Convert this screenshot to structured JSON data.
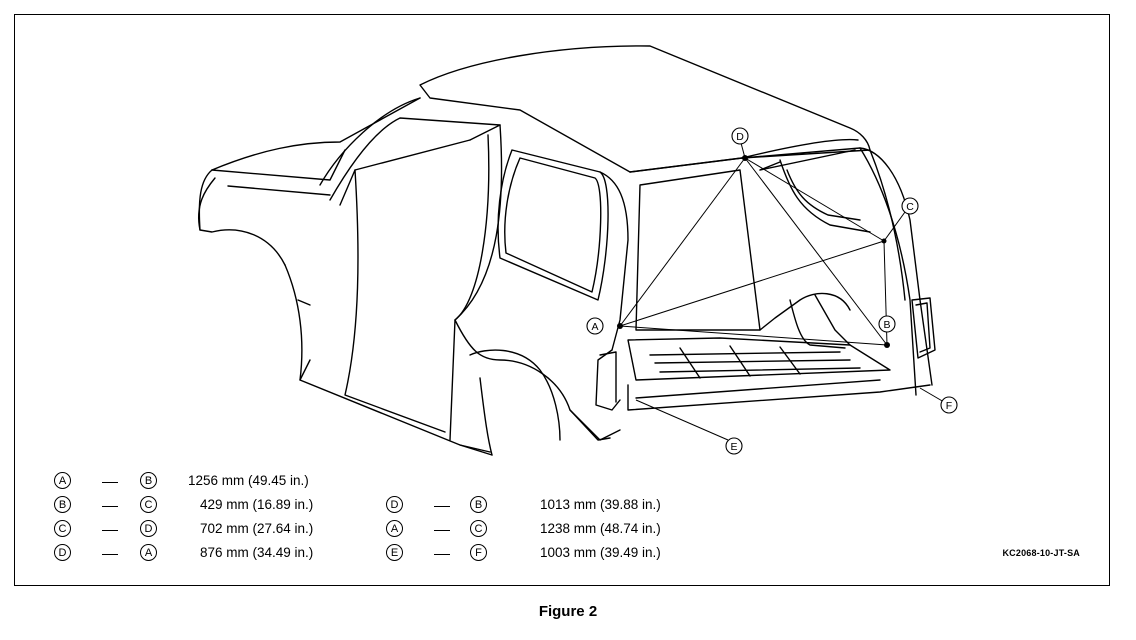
{
  "figure": {
    "caption": "Figure 2",
    "code": "KC2068-10-JT-SA"
  },
  "points": {
    "A": "A",
    "B": "B",
    "C": "C",
    "D": "D",
    "E": "E",
    "F": "F"
  },
  "legend": [
    {
      "from": "A",
      "to": "B",
      "value": "1256 mm (49.45 in.)"
    },
    {
      "from": "B",
      "to": "C",
      "value": "429 mm (16.89 in.)"
    },
    {
      "from": "C",
      "to": "D",
      "value": "702 mm (27.64 in.)"
    },
    {
      "from": "D",
      "to": "A",
      "value": "876 mm (34.49 in.)"
    },
    {
      "from": "D",
      "to": "B",
      "value": "1013 mm (39.88 in.)"
    },
    {
      "from": "A",
      "to": "C",
      "value": "1238 mm (48.74 in.)"
    },
    {
      "from": "E",
      "to": "F",
      "value": "1003 mm (39.49 in.)"
    }
  ]
}
